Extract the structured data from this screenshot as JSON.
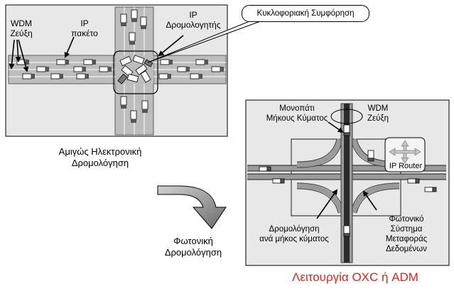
{
  "left_scene": {
    "wdm_fiber_label": [
      "WDM",
      "Ζεύξη"
    ],
    "ip_packet_label": [
      "IP",
      "πακέτο"
    ],
    "ip_router_label": [
      "IP",
      "Δρομολογητής"
    ],
    "congestion_callout": "Κυκλοφοριακή Συμφόρηση",
    "caption": [
      "Αμιγώς Ηλεκτρονική",
      "Δρομολόγηση"
    ]
  },
  "transition": {
    "label": [
      "Φωτονική",
      "Δρομολόγηση"
    ]
  },
  "right_scene": {
    "wavelength_path_label": [
      "Μονοπάτι",
      "Μήκους Κύματος"
    ],
    "wdm_fiber_label": [
      "WDM",
      "Ζεύξη"
    ],
    "ip_router_label": "IP Router",
    "wavelength_routing_label": [
      "Δρομολόγηση",
      "ανά μήκος κύματος"
    ],
    "photonic_transport_label": [
      "Φωτονικό",
      "Σύστημα",
      "Μεταφοράς",
      "Δεδομένων"
    ],
    "title": "Λειτουργία OXC ή ADM",
    "title_color": "#e0241b"
  }
}
